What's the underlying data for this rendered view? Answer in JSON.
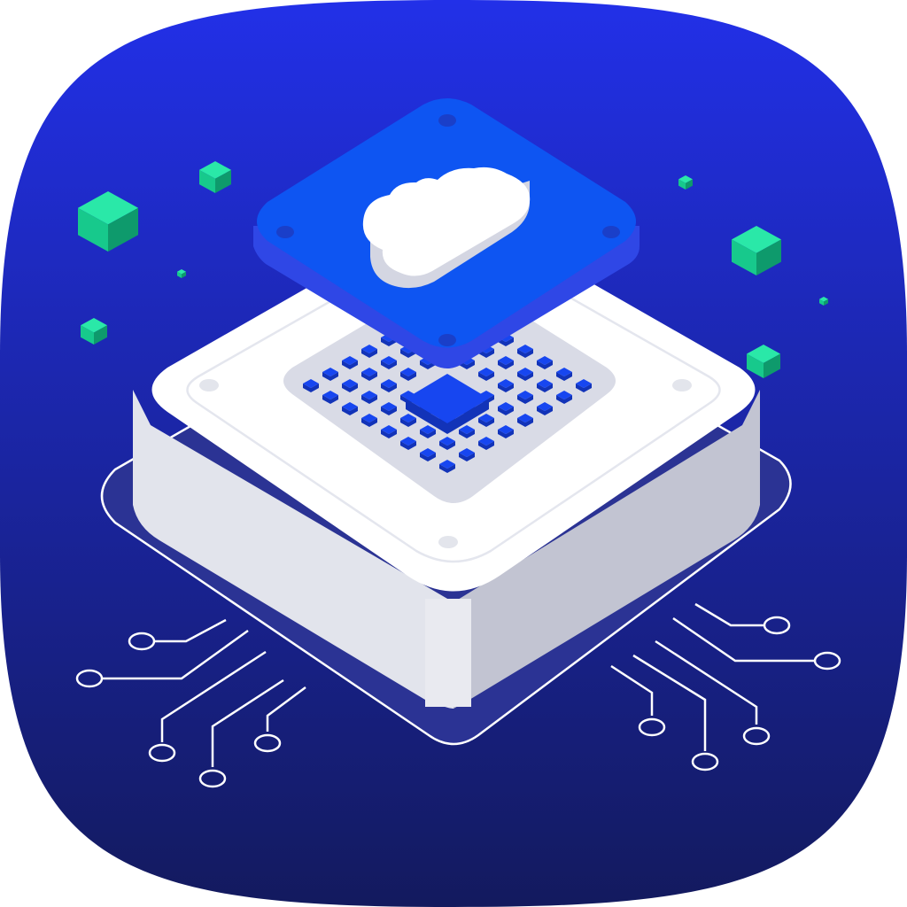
{
  "icon": {
    "subject": "cloud-chip-icon",
    "elements": [
      "rounded-square-background",
      "circuit-traces",
      "processor-chip",
      "cloud-cap-plate",
      "floating-cubes"
    ]
  },
  "colors": {
    "background_top": "#2230E8",
    "background_bottom": "#131A5E",
    "cap_blue": "#0E55F2",
    "cap_side": "#2F47E6",
    "chip_white": "#FFFFFF",
    "chip_side_light": "#E2E4EC",
    "chip_side_dark": "#C2C4D2",
    "inset_gray": "#D9DBE6",
    "pixel_blue": "#1746F0",
    "cube_green_top": "#2AE8A8",
    "cube_green_left": "#17C98C",
    "cube_green_right": "#0E9A6C",
    "trace_white": "#FFFFFF",
    "shadow_plate": "#2B3394"
  }
}
